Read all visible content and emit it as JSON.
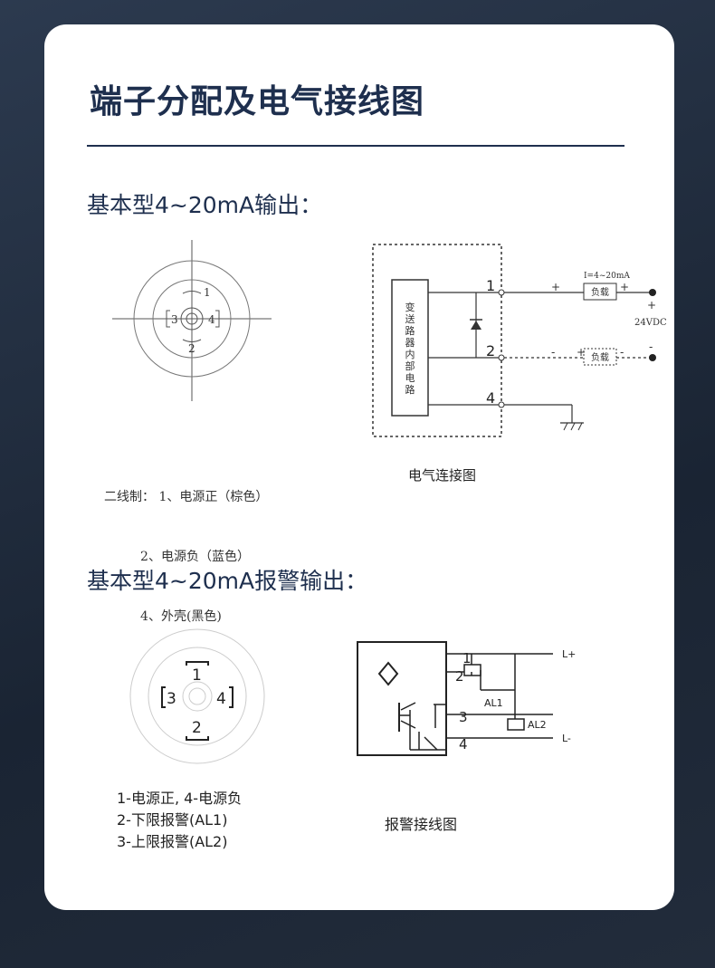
{
  "title": "端子分配及电气接线图",
  "section1": {
    "heading": "基本型4~20mA输出：",
    "connector_labels": [
      "1",
      "2",
      "3",
      "4"
    ],
    "legend": [
      "二线制： 1、电源正（棕色）",
      "         2、电源负（蓝色）",
      "         4、外壳(黑色)"
    ],
    "diagram": {
      "box_text": "变送路器内部电路",
      "terminals": [
        "1",
        "2",
        "4"
      ],
      "current_label": "I=4~20mA",
      "load_label": "负载",
      "supply_label": "24VDC",
      "plus": "+",
      "minus": "-",
      "caption": "电气连接图"
    }
  },
  "section2": {
    "heading": "基本型4~20mA报警输出：",
    "connector_labels": [
      "1",
      "2",
      "3",
      "4"
    ],
    "legend": [
      "1-电源正, 4-电源负",
      "2-下限报警(AL1)",
      "3-上限报警(AL2)"
    ],
    "diagram": {
      "terminals": [
        "1",
        "2",
        "3",
        "4"
      ],
      "relay1": "AL1",
      "relay2": "AL2",
      "l_plus": "L+",
      "l_minus": "L-",
      "caption": "报警接线图"
    }
  }
}
